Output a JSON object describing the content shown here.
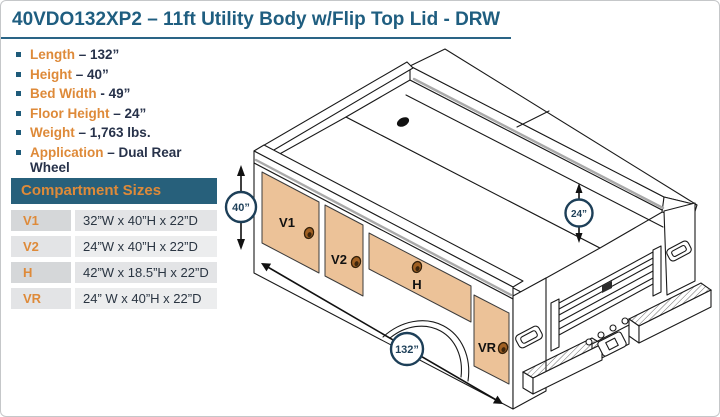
{
  "header": {
    "title": "40VDO132XP2 – 11ft Utility Body w/Flip Top Lid - DRW"
  },
  "specs": [
    {
      "label": "Length",
      "value": "– 132”"
    },
    {
      "label": "Height",
      "value": "– 40”"
    },
    {
      "label": "Bed Width",
      "value": "- 49”"
    },
    {
      "label": "Floor Height",
      "value": "– 24”"
    },
    {
      "label": "Weight",
      "value": "– 1,763 lbs."
    },
    {
      "label": "Application",
      "value": "– Dual Rear Wheel"
    }
  ],
  "compartment_table": {
    "title": "Compartment Sizes",
    "rows": [
      {
        "id": "V1",
        "size": "32”W x 40”H x 22”D"
      },
      {
        "id": "V2",
        "size": "24”W x 40”H x 22”D"
      },
      {
        "id": "H",
        "size": "42”W x 18.5”H x 22”D"
      },
      {
        "id": "VR",
        "size": "24” W x 40”H x 22”D"
      }
    ]
  },
  "diagram": {
    "door_labels": {
      "v1": "V1",
      "v2": "V2",
      "h": "H",
      "vr": "VR"
    },
    "dimensions": {
      "height": "40”",
      "bed_depth": "24”",
      "length": "132”"
    }
  },
  "colors": {
    "title_navy": "#1F5E80",
    "accent_orange": "#DE8A39",
    "teal_header": "#27607B",
    "door_tan": "#ECC298",
    "dimension_navy": "#1D3F58"
  }
}
